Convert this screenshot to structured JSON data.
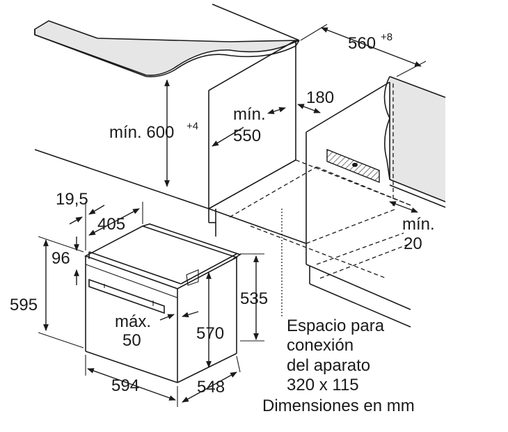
{
  "dimensions": {
    "depth_560": {
      "value": "560",
      "superscript": "+8"
    },
    "min_600": {
      "prefix": "mín. ",
      "value": "600",
      "superscript": "+4"
    },
    "min_550": {
      "line1": "mín.",
      "line2": "550"
    },
    "gap_180": "180",
    "min_20": {
      "line1": "mín.",
      "line2": "20"
    },
    "d_19_5": "19,5",
    "d_405": "405",
    "d_96": "96",
    "d_595": "595",
    "d_535": "535",
    "max_50": {
      "line1": "máx.",
      "line2": "50"
    },
    "d_570": "570",
    "d_594": "594",
    "d_548": "548"
  },
  "note": {
    "line1": "Espacio para",
    "line2": "conexión",
    "line3": "del aparato",
    "line4": "320 x 115"
  },
  "units": "Dimensiones en mm",
  "colors": {
    "ink": "#1a1a1a",
    "countertop_shade": "#e6e6e6",
    "hatch": "#555555"
  }
}
